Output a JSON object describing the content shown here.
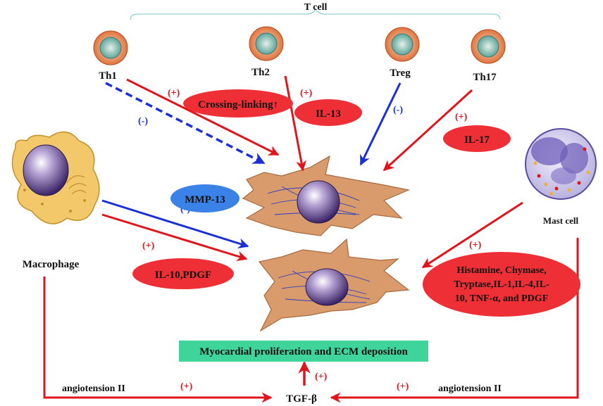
{
  "header": {
    "t_cell": "T cell"
  },
  "cells": {
    "th1": "Th1",
    "th2": "Th2",
    "treg": "Treg",
    "th17": "Th17",
    "macrophage": "Macrophage",
    "mast_cell": "Mast cell"
  },
  "mediators": {
    "crosslinking": "Crossing-linking↑",
    "il13": "IL-13",
    "il17": "IL-17",
    "mmp13": "MMP-13",
    "il10_pdgf": "IL-10,PDGF",
    "mast_products": [
      "Histamine, Chymase,",
      "Tryptase,IL-1,IL-4,IL-",
      "10, TNF-α, and PDGF"
    ]
  },
  "outcome": "Myocardial proliferation and ECM deposition",
  "tgf": "TGF-β",
  "angiotension_left": "angiotension II",
  "angiotension_right": "angiotension II",
  "signs": {
    "pos": "(+)",
    "neg": "(-)"
  },
  "colors": {
    "activation": "#e0141b",
    "inhibition": "#1b2fd6",
    "mediator_oval": "#ee2f36",
    "mmp_oval": "#3b82e8",
    "outcome_box": "#3fd49a",
    "fibroblast": "#d99b6b"
  }
}
